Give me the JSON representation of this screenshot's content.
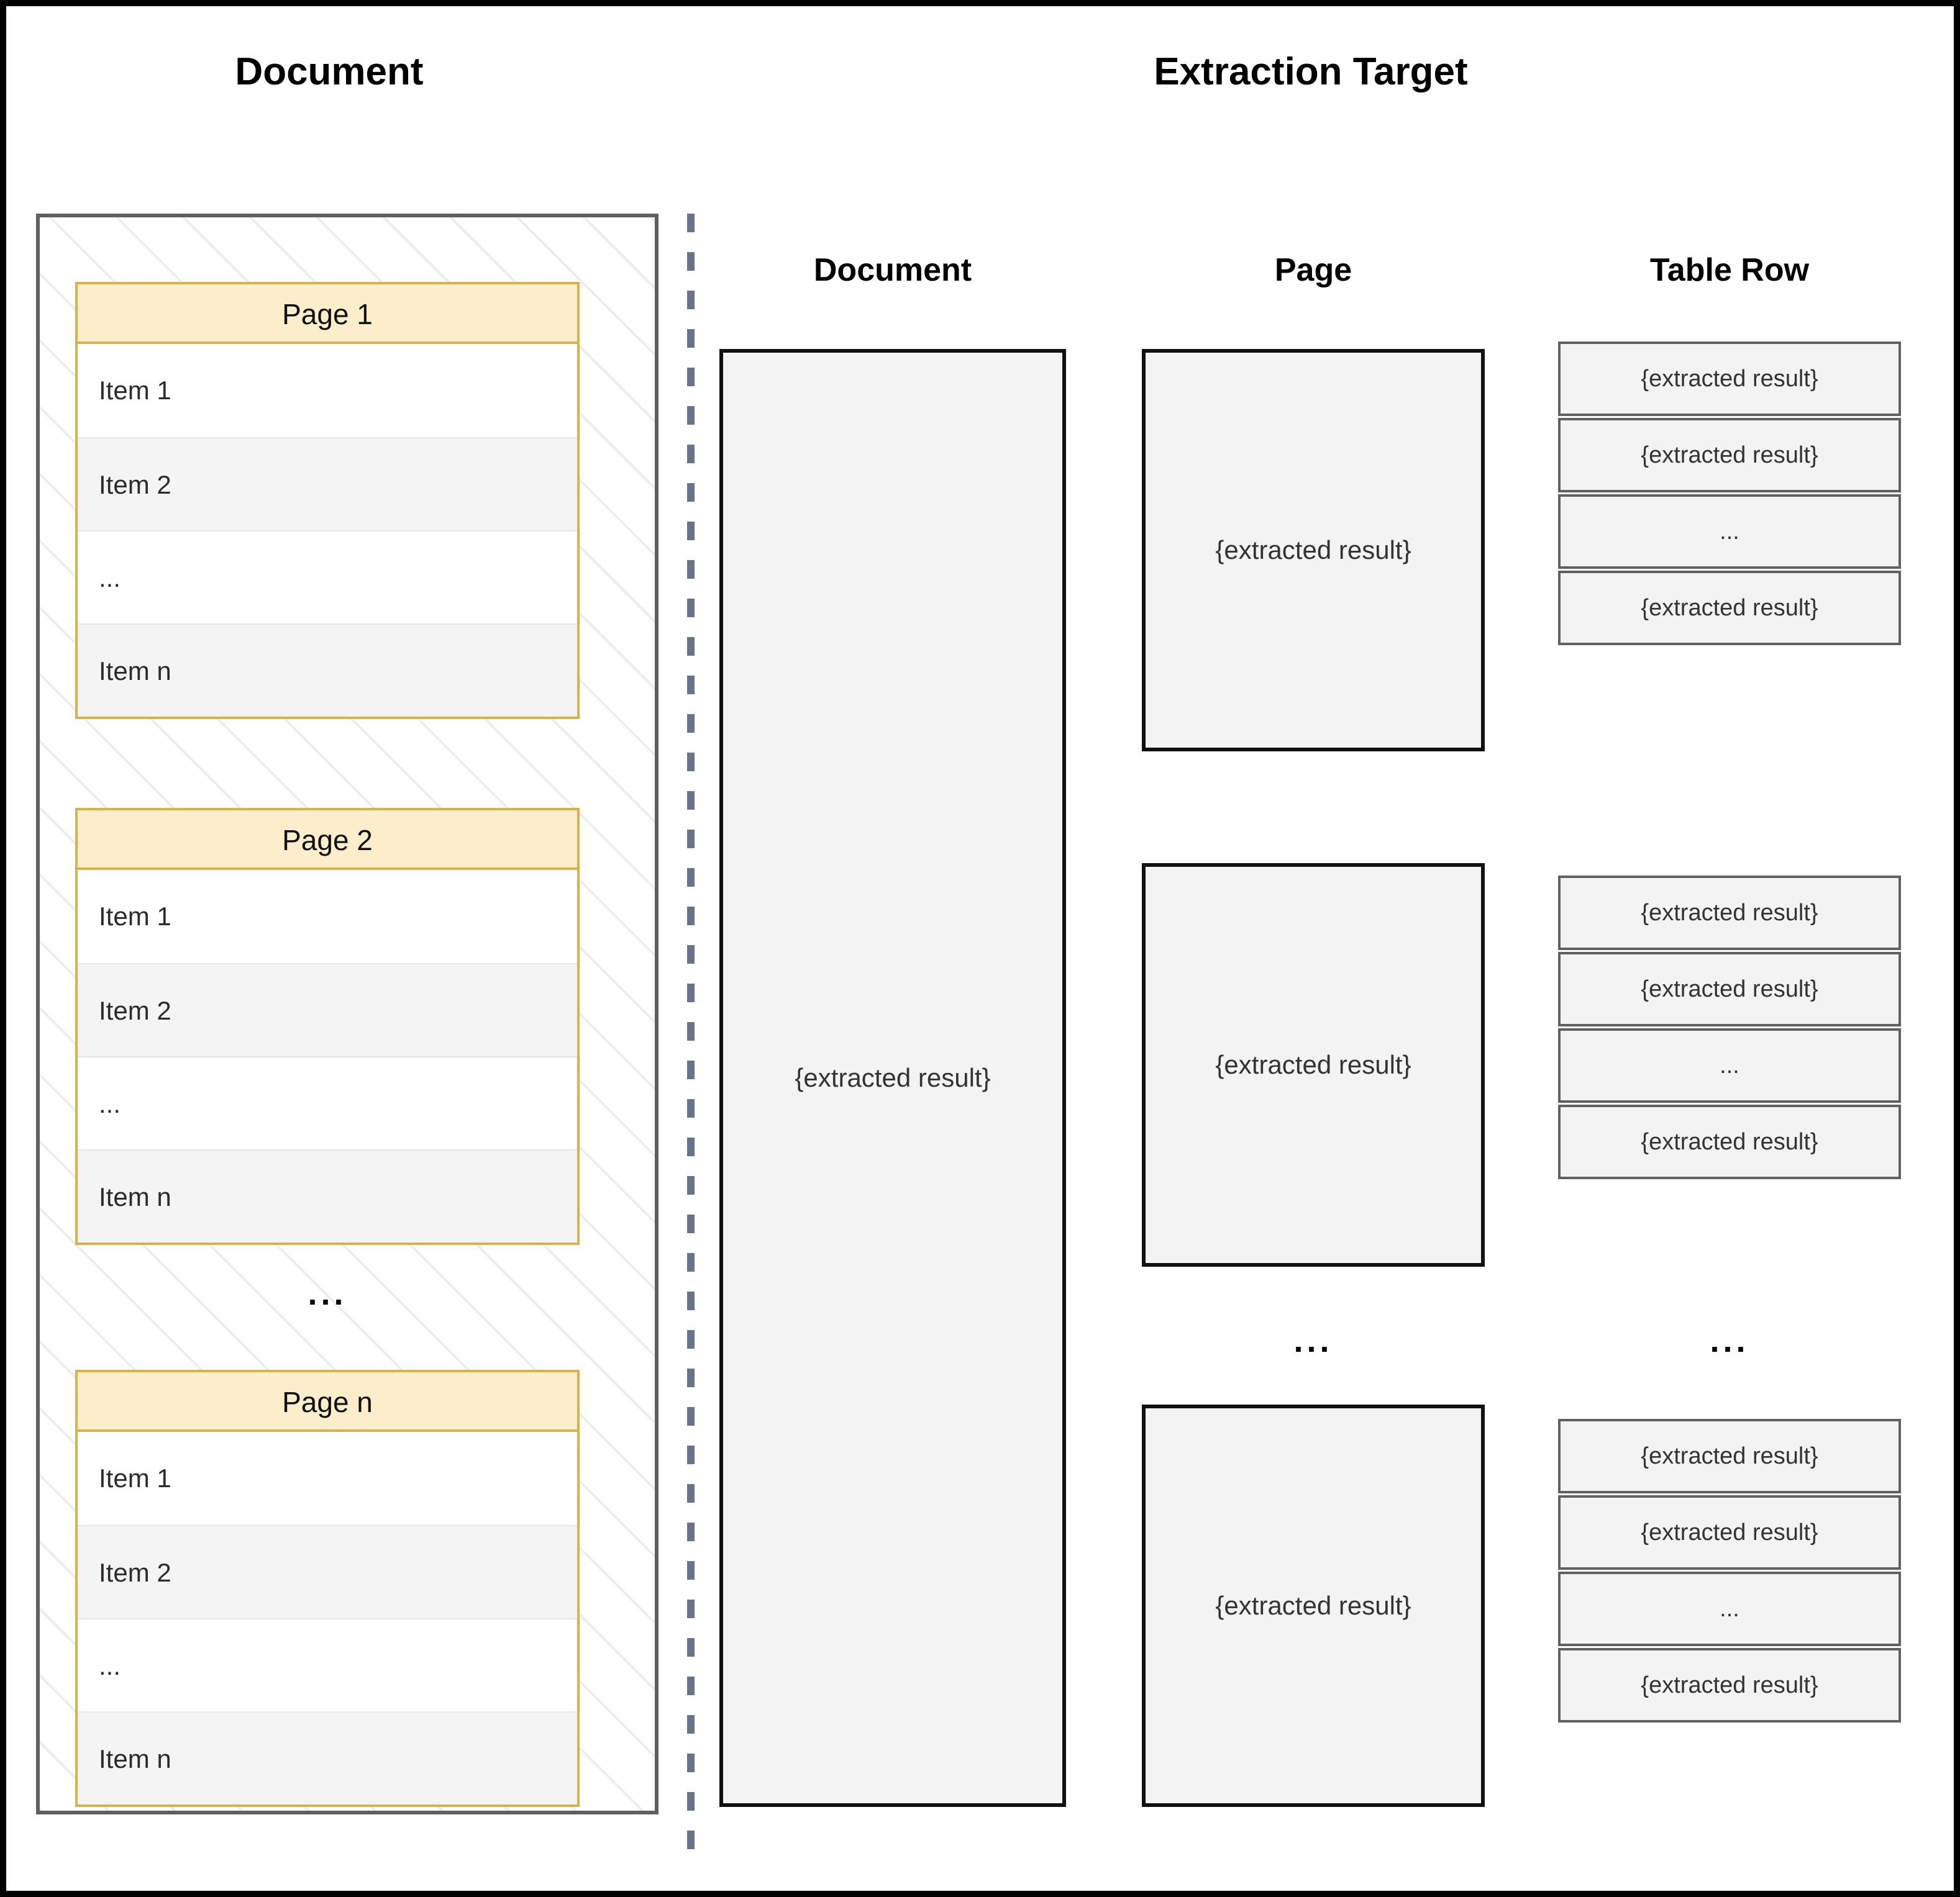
{
  "titles": {
    "left": "Document",
    "right": "Extraction Target"
  },
  "ellipsis": "...",
  "document_panel": {
    "pages": [
      {
        "header": "Page 1",
        "items": [
          "Item 1",
          "Item 2",
          "...",
          "Item n"
        ]
      },
      {
        "header": "Page 2",
        "items": [
          "Item 1",
          "Item 2",
          "...",
          "Item n"
        ]
      },
      {
        "header": "Page n",
        "items": [
          "Item 1",
          "Item 2",
          "...",
          "Item n"
        ]
      }
    ],
    "group_ellipsis": "..."
  },
  "extraction_panel": {
    "columns": [
      {
        "header": "Document"
      },
      {
        "header": "Page"
      },
      {
        "header": "Table Row"
      }
    ],
    "result_placeholder": "{extracted result}",
    "document_column": {
      "result": "{extracted result}"
    },
    "page_column": {
      "results": [
        "{extracted result}",
        "{extracted result}",
        "{extracted result}"
      ],
      "ellipsis": "..."
    },
    "table_row_column": {
      "groups": [
        [
          "{extracted result}",
          "{extracted result}",
          "...",
          "{extracted result}"
        ],
        [
          "{extracted result}",
          "{extracted result}",
          "...",
          "{extracted result}"
        ],
        [
          "{extracted result}",
          "{extracted result}",
          "...",
          "{extracted result}"
        ]
      ],
      "ellipsis": "..."
    }
  },
  "colors": {
    "page_header_fill": "#fdeecb",
    "page_card_border": "#d9b24c",
    "item_alt_fill": "#f4f4f4",
    "result_fill": "#f3f3f3",
    "result_border_dark": "#111111",
    "result_border_gray": "#616161",
    "divider": "#67758a",
    "container_border": "#5f5f5f",
    "hatch": "#ededed",
    "outer_border": "#000000"
  }
}
